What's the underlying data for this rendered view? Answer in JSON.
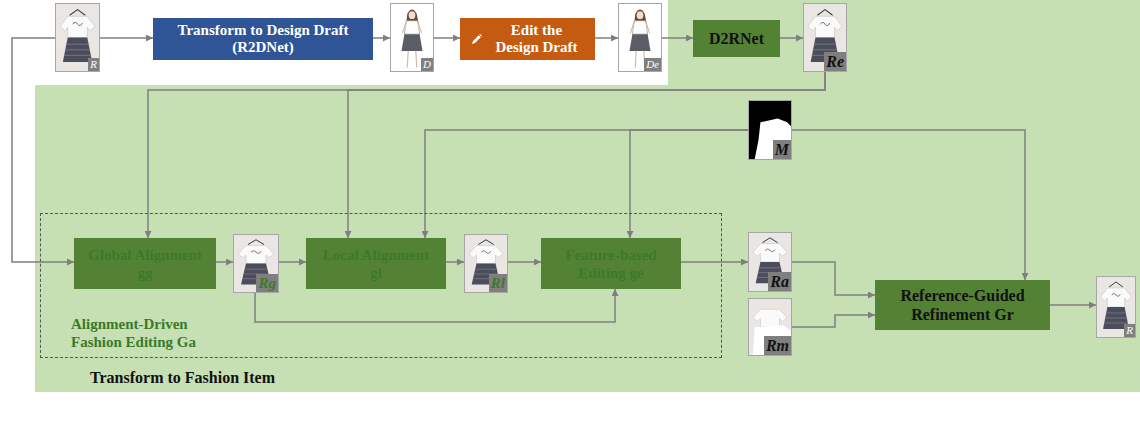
{
  "diagram": {
    "nodes": [
      {
        "text": [
          "Transform to Fashion Item"
        ]
      },
      {
        "text": [
          "R"
        ]
      },
      {
        "text": [
          "Transform to Design Draft (R2DNet)"
        ]
      },
      {
        "text": [
          "D"
        ]
      },
      {
        "text": [
          "Edit the Design Draft"
        ]
      },
      {
        "text": [
          "De"
        ]
      },
      {
        "text": [
          "D2RNet"
        ],
        "in": 0
      },
      {
        "text": [
          "Re"
        ],
        "in": 0
      },
      {
        "text": [
          "Alignment-Driven Fashion Editing Ga"
        ],
        "in": 0
      },
      {
        "text": [
          "Global Alignment gg"
        ],
        "in": 8
      },
      {
        "text": [
          "Rg"
        ],
        "in": 8
      },
      {
        "text": [
          "Local Alignment gl"
        ],
        "in": 8
      },
      {
        "text": [
          "Rl"
        ],
        "in": 8
      },
      {
        "text": [
          "Feature-based Editing ge"
        ],
        "in": 8
      },
      {
        "text": [
          "M"
        ],
        "in": 0
      },
      {
        "text": [
          "Ra"
        ],
        "in": 0
      },
      {
        "text": [
          "Rm"
        ],
        "in": 0
      },
      {
        "text": [
          "Reference-Guided Refinement Gr"
        ],
        "in": 0
      },
      {
        "text": [
          "R"
        ]
      }
    ],
    "edges": [
      {
        "from": 1,
        "to": 2,
        "arrow": "to"
      },
      {
        "from": 2,
        "to": 3,
        "arrow": "to"
      },
      {
        "from": 3,
        "to": 4,
        "arrow": "to"
      },
      {
        "from": 4,
        "to": 5,
        "arrow": "to"
      },
      {
        "from": 5,
        "to": 6,
        "arrow": "to"
      },
      {
        "from": 6,
        "to": 7,
        "arrow": "to"
      },
      {
        "from": 1,
        "to": 9,
        "arrow": "to"
      },
      {
        "from": 7,
        "to": 9,
        "arrow": "to"
      },
      {
        "from": 7,
        "to": 11,
        "arrow": "to"
      },
      {
        "from": 9,
        "to": 10,
        "arrow": "to"
      },
      {
        "from": 10,
        "to": 11,
        "arrow": "to"
      },
      {
        "from": 11,
        "to": 12,
        "arrow": "to"
      },
      {
        "from": 12,
        "to": 13,
        "arrow": "to"
      },
      {
        "from": 10,
        "to": 13,
        "arrow": "to"
      },
      {
        "from": 14,
        "to": 11,
        "arrow": "to"
      },
      {
        "from": 14,
        "to": 13,
        "arrow": "to"
      },
      {
        "from": 14,
        "to": 17,
        "arrow": "to"
      },
      {
        "from": 13,
        "to": 15,
        "arrow": "to"
      },
      {
        "from": 15,
        "to": 17,
        "arrow": "to"
      },
      {
        "from": 16,
        "to": 17,
        "arrow": "to"
      },
      {
        "from": 17,
        "to": 18,
        "arrow": "to"
      }
    ]
  }
}
